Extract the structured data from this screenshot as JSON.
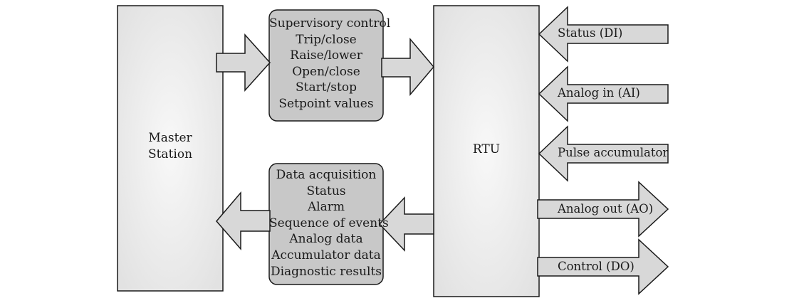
{
  "master_station": {
    "lines": [
      "Master",
      "Station"
    ]
  },
  "rtu": {
    "label": "RTU"
  },
  "supervisory_box": {
    "lines": [
      "Supervisory control",
      "Trip/close",
      "Raise/lower",
      "Open/close",
      "Start/stop",
      "Setpoint values"
    ]
  },
  "acquisition_box": {
    "lines": [
      "Data acquisition",
      "Status",
      "Alarm",
      "Sequence of events",
      "Analog data",
      "Accumulator data",
      "Diagnostic results"
    ]
  },
  "inputs": [
    {
      "label": "Status (DI)"
    },
    {
      "label": "Analog in (AI)"
    },
    {
      "label": "Pulse accumulator"
    }
  ],
  "outputs": [
    {
      "label": "Analog out (AO)"
    },
    {
      "label": "Control (DO)"
    }
  ],
  "colors": {
    "block_fill": "#e4e4e4",
    "block_center": "#f7f7f7",
    "box_fill": "#c8c8c8",
    "arrow_fill": "#d6d6d6",
    "stroke": "#1a1a1a"
  }
}
